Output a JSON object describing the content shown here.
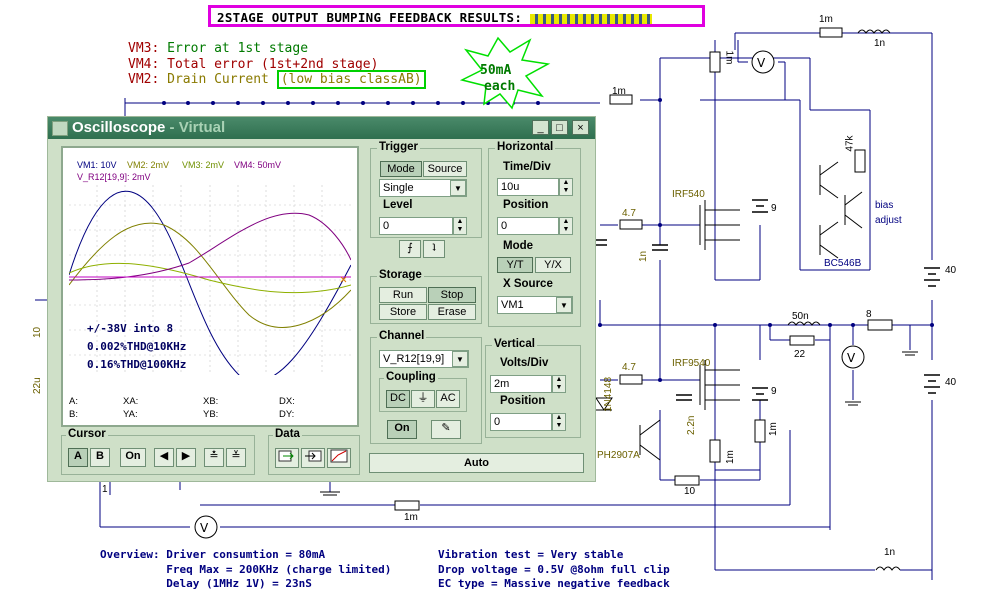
{
  "header": {
    "title_text": "2STAGE OUTPUT BUMPING FEEDBACK RESULTS:",
    "vm3_label": "VM3:",
    "vm3_text": "Error at 1st stage",
    "vm4_label": "VM4:",
    "vm4_text": "Total error (1st+2nd stage)",
    "vm2_label": "VM2:",
    "vm2_text": "Drain Current",
    "vm2_boxed": "(low bias classAB)",
    "star_line1": "50mA",
    "star_line2": "each"
  },
  "schematic": {
    "labels": {
      "r_top": "1m",
      "l_top": "1n",
      "r_1m_a": "1m",
      "r_1m_b": "1m",
      "r_47k": "47k",
      "bias_1": "bias",
      "bias_2": "adjust",
      "q_bc546b": "BC546B",
      "q_irf540": "IRF540",
      "q_irf9540": "IRF9540",
      "q_ph2907a": "PH2907A",
      "d_1n4148": "1N4148",
      "r_4_7_a": "4.7",
      "r_4_7_b": "4.7",
      "c_1n": "1n",
      "c_2_2n": "2.2n",
      "bat_9_a": "9",
      "bat_9_b": "9",
      "bat_40_a": "40",
      "bat_40_b": "40",
      "l_50n": "50n",
      "r_22": "22",
      "r_8": "8",
      "r_10_bottom": "10",
      "r_1m_bottom": "1m",
      "r_1m_right": "1m",
      "r_1m_left": "1m",
      "l_1n_bottom": "1n",
      "r_10_left": "10",
      "c_22u": "22u",
      "r_1": "1"
    }
  },
  "oscilloscope": {
    "window_title": "Oscilloscope",
    "window_subtitle": "- Virtual",
    "minimize": "_",
    "maximize": "□",
    "close": "×",
    "legend": {
      "vm1": "VM1: 10V",
      "vm2": "VM2: 2mV",
      "vm3": "VM3: 2mV",
      "vm4": "VM4: 50mV",
      "vr12": "V_R12[19,9]: 2mV"
    },
    "notes": [
      "+/-38V into 8",
      "0.002%THD@10KHz",
      "0.16%THD@100KHz"
    ],
    "cursor_readouts": {
      "a": "A:",
      "b": "B:",
      "xa": "XA:",
      "ya": "YA:",
      "xb": "XB:",
      "yb": "YB:",
      "dx": "DX:",
      "dy": "DY:"
    },
    "trigger": {
      "title": "Trigger",
      "mode_btn": "Mode",
      "source_btn": "Source",
      "mode_value": "Single",
      "level_label": "Level",
      "level_value": "0",
      "edge_rising": "⨍",
      "edge_falling": "ʇ"
    },
    "horizontal": {
      "title": "Horizontal",
      "timediv_label": "Time/Div",
      "timediv_value": "10u",
      "position_label": "Position",
      "position_value": "0",
      "mode_label": "Mode",
      "mode_yt": "Y/T",
      "mode_yx": "Y/X",
      "xsource_label": "X Source",
      "xsource_value": "VM1"
    },
    "storage": {
      "title": "Storage",
      "run": "Run",
      "stop": "Stop",
      "store": "Store",
      "erase": "Erase"
    },
    "channel": {
      "title": "Channel",
      "value": "V_R12[19,9]",
      "coupling_title": "Coupling",
      "dc": "DC",
      "gnd": "⏚",
      "ac": "AC",
      "on": "On"
    },
    "vertical": {
      "title": "Vertical",
      "voltsdiv_label": "Volts/Div",
      "voltsdiv_value": "2m",
      "position_label": "Position",
      "position_value": "0"
    },
    "cursor": {
      "title": "Cursor",
      "a": "A",
      "b": "B",
      "on": "On",
      "left": "◀",
      "right": "▶",
      "up": "≛",
      "down": "≚"
    },
    "data": {
      "title": "Data"
    },
    "auto": "Auto"
  },
  "footer": {
    "left": [
      "Overview: Driver consumtion = 80mA",
      "          Freq Max = 200KHz (charge limited)",
      "          Delay (1MHz 1V) = 23nS"
    ],
    "right": [
      "Vibration test = Very stable",
      "Drop voltage = 0.5V @8ohm full clip",
      "EC type = Massive negative feedback"
    ]
  },
  "colors": {
    "title_border": "#e000e0",
    "vm1": "#000080",
    "vm2": "#808000",
    "vm3": "#80a000",
    "vm4": "#800080",
    "vr12": "#800080",
    "wire": "#000080"
  }
}
